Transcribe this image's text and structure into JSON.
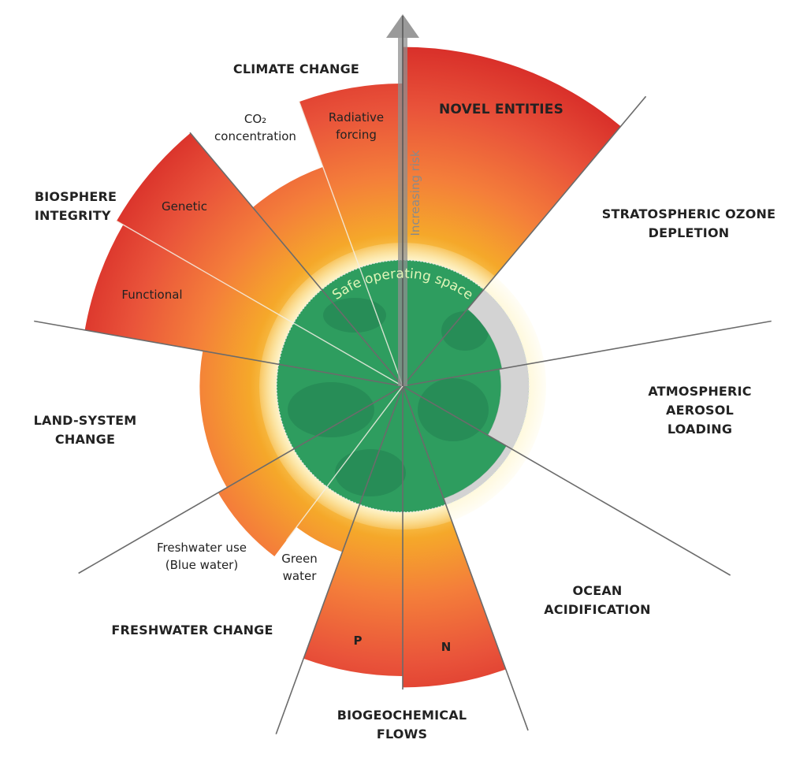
{
  "center_label": "Safe operating space",
  "arrow_label": "Increasing risk",
  "colors": {
    "safe": "#2e9d5f",
    "safe_dark": "#238050",
    "glow": "#fbe7a0",
    "yellow": "#f5a82a",
    "orange": "#f27a3a",
    "red": "#d9302a",
    "gray": "#d3d3d3",
    "separator": "#6b6b6b"
  },
  "boundaries": [
    {
      "name": "CLIMATE CHANGE",
      "subs": [
        {
          "label": "CO2 concentration",
          "level": 1.85
        },
        {
          "label": "Radiative forcing",
          "level": 2.4
        }
      ]
    },
    {
      "name": "NOVEL ENTITIES",
      "subs": [
        {
          "label": "",
          "level": 2.69
        }
      ]
    },
    {
      "name": "STRATOSPHERIC OZONE DEPLETION",
      "subs": [
        {
          "label": "",
          "level": 0.8
        }
      ]
    },
    {
      "name": "ATMOSPHERIC AEROSOL LOADING",
      "subs": [
        {
          "label": "",
          "level": 0.78
        }
      ]
    },
    {
      "name": "OCEAN ACIDIFICATION",
      "subs": [
        {
          "label": "",
          "level": 0.95
        }
      ]
    },
    {
      "name": "BIOGEOCHEMICAL FLOWS",
      "subs": [
        {
          "label": "N",
          "level": 2.39
        },
        {
          "label": "P",
          "level": 2.3
        }
      ]
    },
    {
      "name": "FRESHWATER CHANGE",
      "subs": [
        {
          "label": "Green water",
          "level": 1.4
        },
        {
          "label": "Freshwater use (Blue water)",
          "level": 1.69
        }
      ]
    },
    {
      "name": "LAND-SYSTEM CHANGE",
      "subs": [
        {
          "label": "",
          "level": 1.61
        }
      ]
    },
    {
      "name": "BIOSPHERE INTEGRITY",
      "subs": [
        {
          "label": "Functional",
          "level": 2.56
        },
        {
          "label": "Genetic",
          "level": 2.62
        }
      ]
    }
  ],
  "labels": {
    "climate": "CLIMATE CHANGE",
    "co2_a": "CO₂",
    "co2_b": "concentration",
    "rf_a": "Radiative",
    "rf_b": "forcing",
    "novel": "NOVEL ENTITIES",
    "ozone_a": "STRATOSPHERIC OZONE",
    "ozone_b": "DEPLETION",
    "aerosol_a": "ATMOSPHERIC",
    "aerosol_b": "AEROSOL",
    "aerosol_c": "LOADING",
    "ocean_a": "OCEAN",
    "ocean_b": "ACIDIFICATION",
    "bio_a": "BIOGEOCHEMICAL",
    "bio_b": "FLOWS",
    "n": "N",
    "p": "P",
    "fresh": "FRESHWATER CHANGE",
    "green_a": "Green",
    "green_b": "water",
    "blue_a": "Freshwater use",
    "blue_b": "(Blue water)",
    "land_a": "LAND-SYSTEM",
    "land_b": "CHANGE",
    "biosphere_a": "BIOSPHERE",
    "biosphere_b": "INTEGRITY",
    "genetic": "Genetic",
    "functional": "Functional"
  }
}
